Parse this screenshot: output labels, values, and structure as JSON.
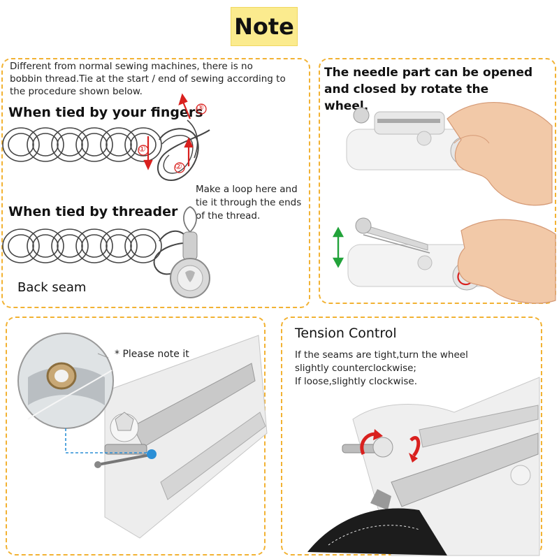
{
  "title": "Note",
  "panels": {
    "tying": {
      "description": "Different from normal sewing machines, there is no bobbin thread.Tie at the start / end of sewing according to the procedure shown below.",
      "fingers_heading": "When tied by your fingers",
      "step_labels": [
        "①",
        "②",
        "③"
      ],
      "loop_note": "Make a loop here and tie it through the ends of the thread.",
      "threader_heading": "When tied by threader",
      "back_seam": "Back seam"
    },
    "needle": {
      "text": "The needle part can be opened and closed by rotate the wheel."
    },
    "note_it": {
      "text": "* Please note it"
    },
    "tension": {
      "heading": "Tension Control",
      "line1": "If the seams are tight,turn the wheel slightly counterclockwise;",
      "line2": "If loose,slightly clockwise."
    }
  },
  "colors": {
    "accent_yellow": "#fbeb8e",
    "dashed_border": "#f2b233",
    "arrow_red": "#d9201e",
    "arrow_green": "#22a33a",
    "callout_blue": "#2b8fd6"
  }
}
